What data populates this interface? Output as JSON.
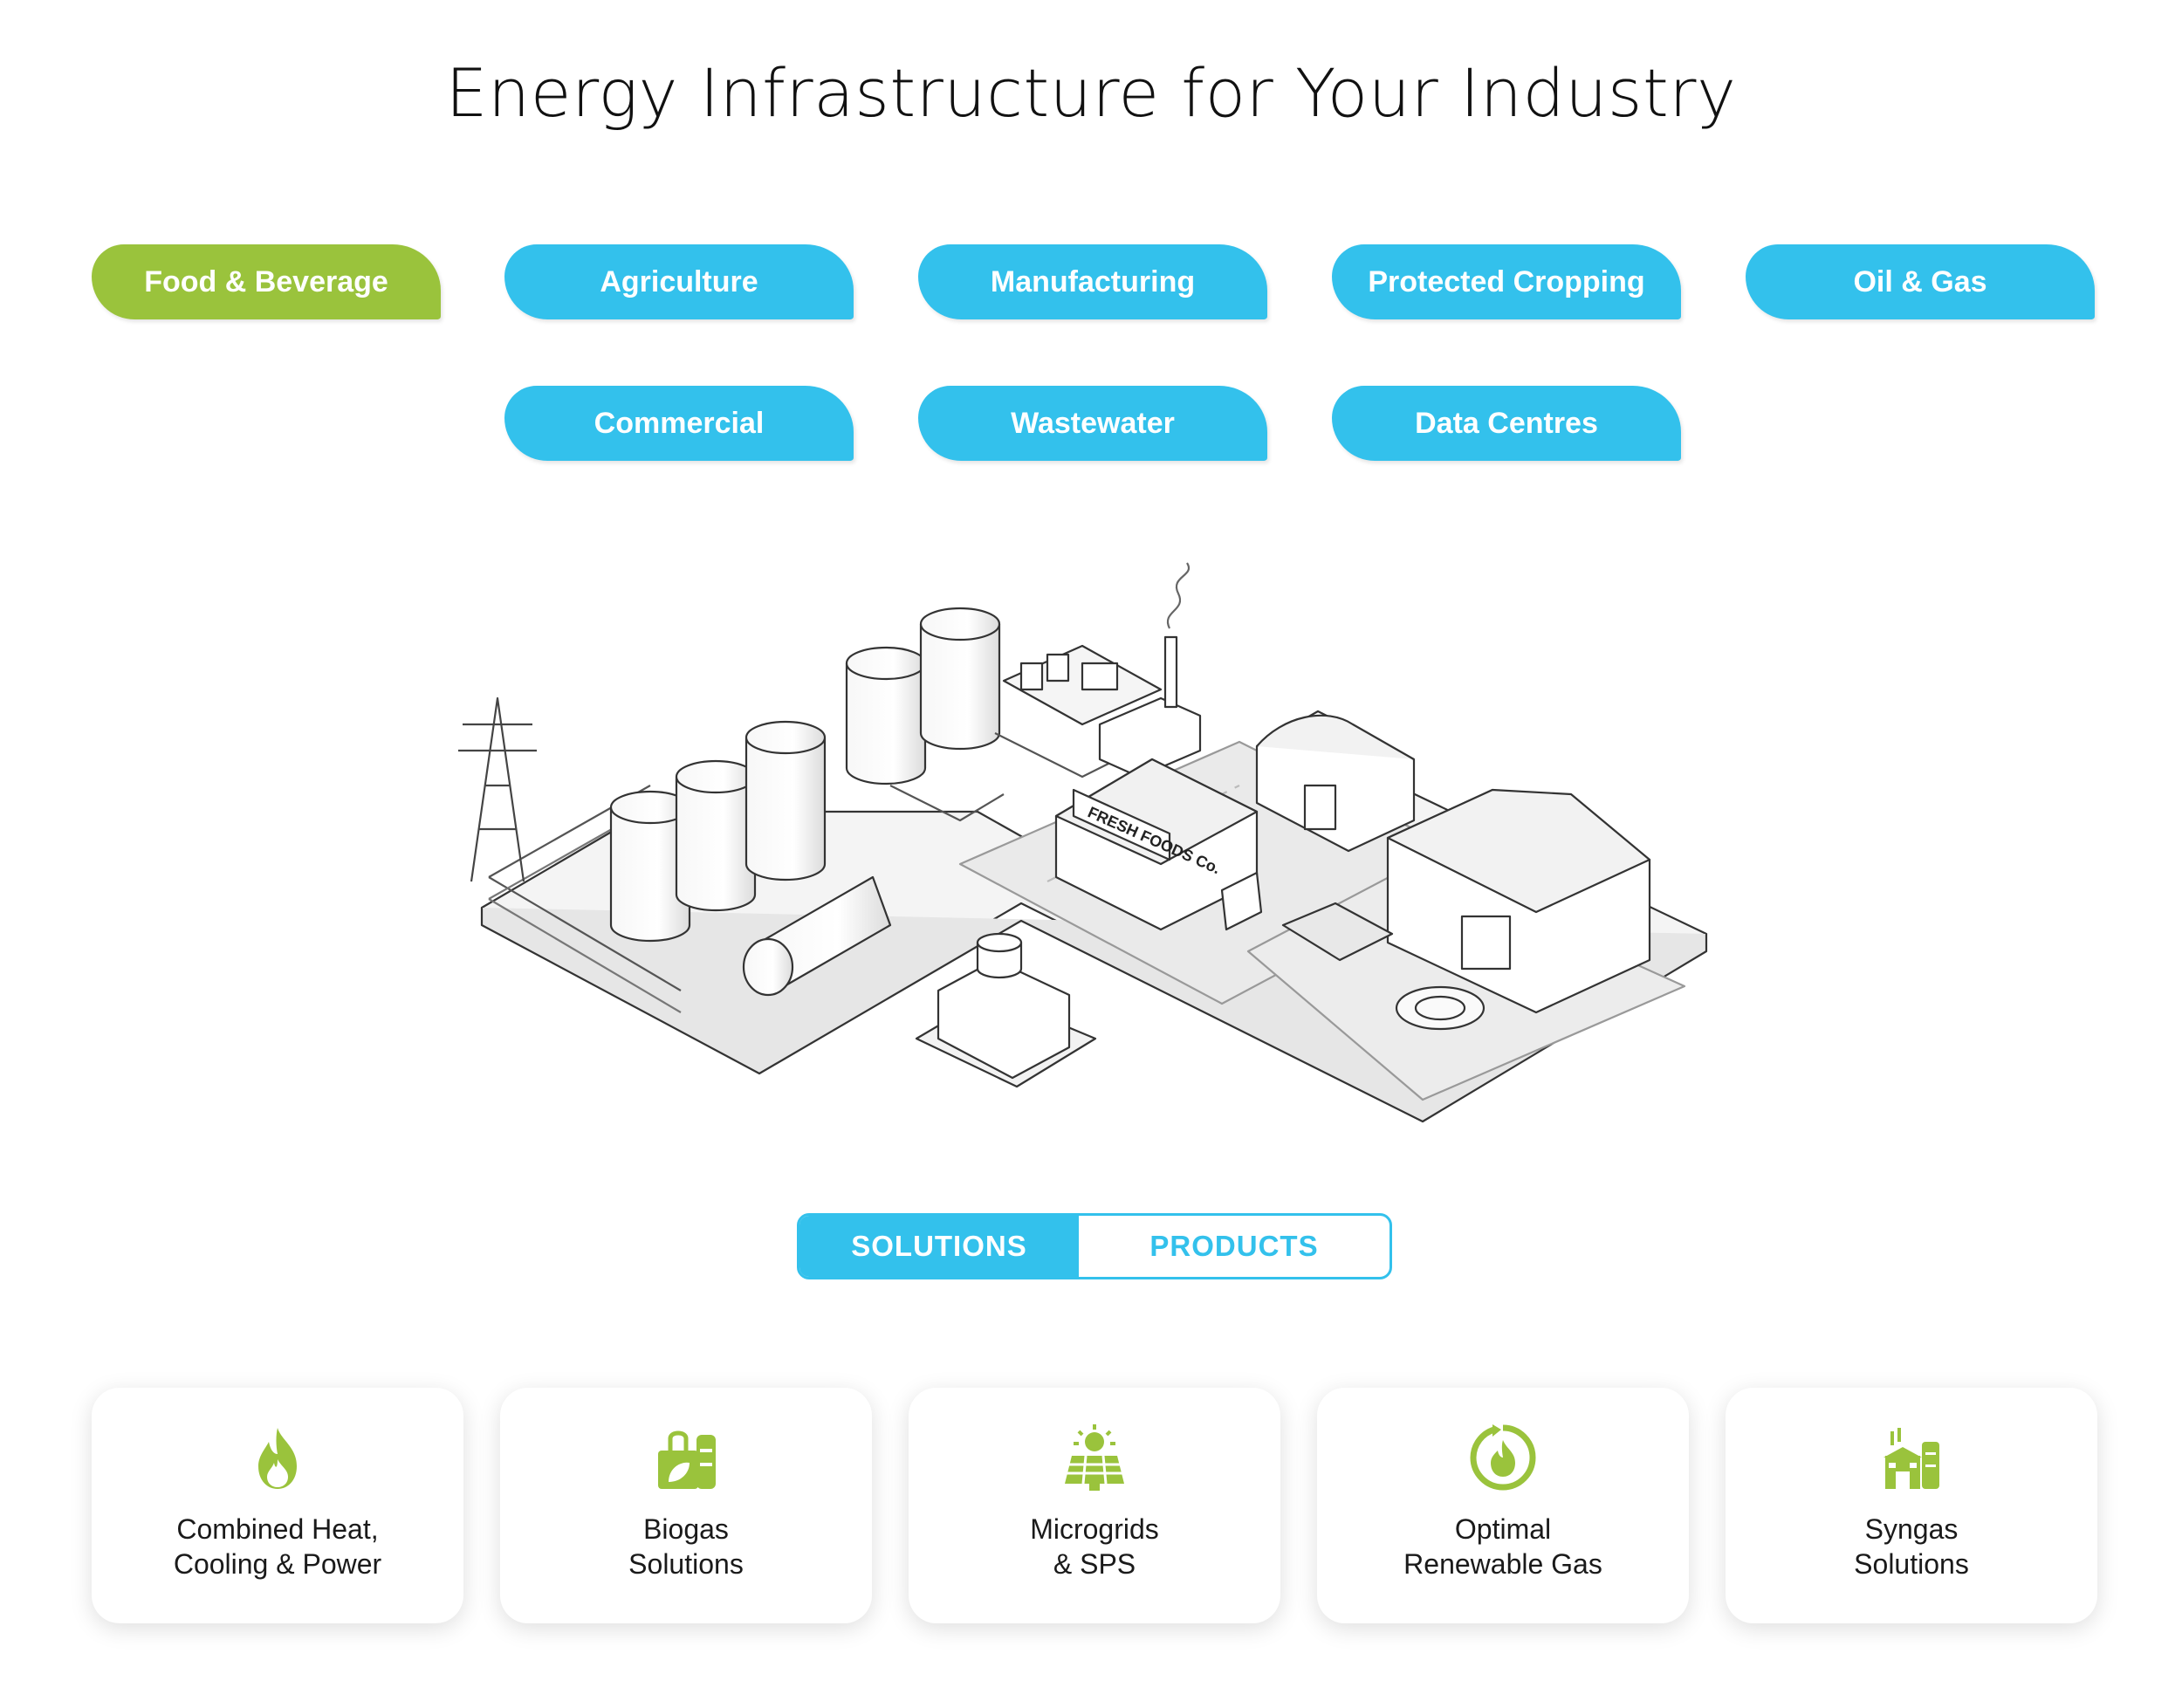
{
  "page": {
    "title": "Energy Infrastructure for Your Industry"
  },
  "industries": [
    {
      "label": "Food & Beverage",
      "active": true
    },
    {
      "label": "Agriculture",
      "active": false
    },
    {
      "label": "Manufacturing",
      "active": false
    },
    {
      "label": "Protected Cropping",
      "active": false
    },
    {
      "label": "Oil & Gas",
      "active": false
    },
    {
      "label": "Commercial",
      "active": false
    },
    {
      "label": "Wastewater",
      "active": false
    },
    {
      "label": "Data Centres",
      "active": false
    }
  ],
  "scene": {
    "sign_text": "FRESH FOODS Co."
  },
  "toggle": {
    "solutions": "SOLUTIONS",
    "products": "PRODUCTS",
    "selected": "SOLUTIONS"
  },
  "cards": [
    {
      "line1": "Combined Heat,",
      "line2": "Cooling & Power",
      "icon": "flame-icon"
    },
    {
      "line1": "Biogas",
      "line2": "Solutions",
      "icon": "biogas-plant-icon"
    },
    {
      "line1": "Microgrids",
      "line2": "& SPS",
      "icon": "solar-panel-icon"
    },
    {
      "line1": "Optimal",
      "line2": "Renewable Gas",
      "icon": "renewable-gas-icon"
    },
    {
      "line1": "Syngas",
      "line2": "Solutions",
      "icon": "syngas-factory-icon"
    }
  ],
  "colors": {
    "accent_blue": "#33c1ec",
    "accent_green": "#9ac33c"
  }
}
